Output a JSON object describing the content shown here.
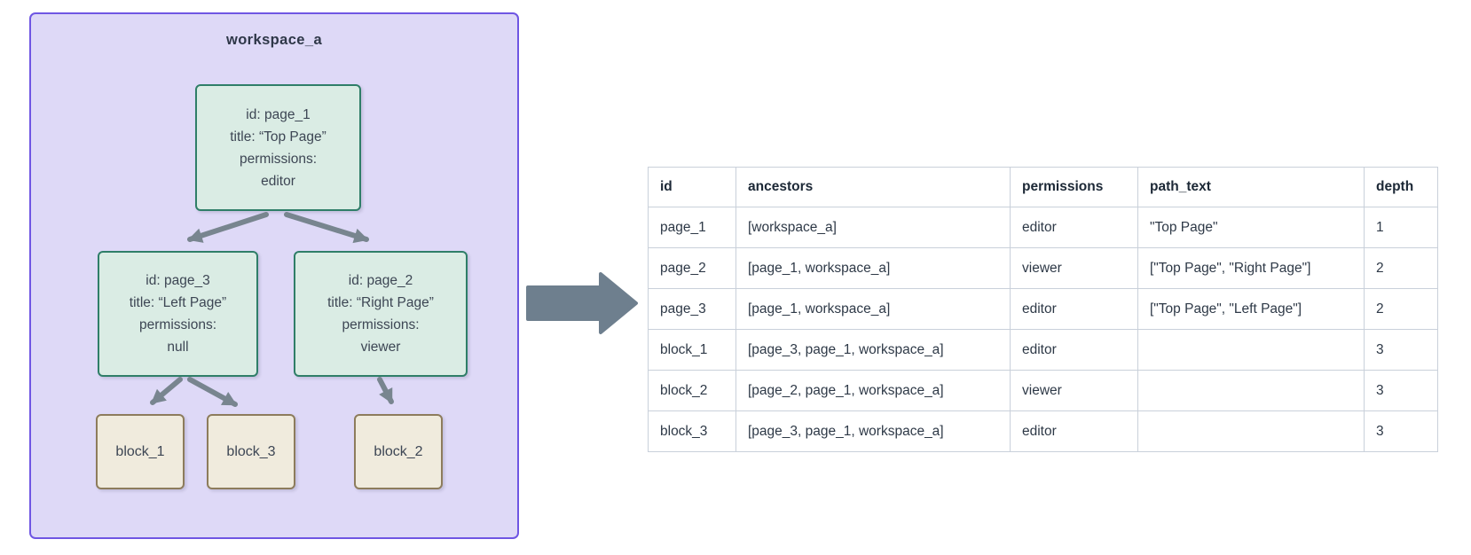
{
  "diagram": {
    "workspace_label": "workspace_a",
    "nodes": {
      "page_1": {
        "lines": [
          "id: page_1",
          "title: “Top Page”",
          "permissions:",
          "editor"
        ]
      },
      "page_3": {
        "lines": [
          "id: page_3",
          "title: “Left Page”",
          "permissions:",
          "null"
        ]
      },
      "page_2": {
        "lines": [
          "id: page_2",
          "title: “Right Page”",
          "permissions:",
          "viewer"
        ]
      },
      "block_1": {
        "label": "block_1"
      },
      "block_3": {
        "label": "block_3"
      },
      "block_2": {
        "label": "block_2"
      }
    },
    "edges": [
      {
        "from": "page_1",
        "to": "page_3"
      },
      {
        "from": "page_1",
        "to": "page_2"
      },
      {
        "from": "page_3",
        "to": "block_1"
      },
      {
        "from": "page_3",
        "to": "block_3"
      },
      {
        "from": "page_2",
        "to": "block_2"
      }
    ]
  },
  "flow_arrow": {
    "meaning": "diagram-transforms-to-table"
  },
  "table": {
    "headers": [
      "id",
      "ancestors",
      "permissions",
      "path_text",
      "depth"
    ],
    "rows": [
      {
        "id": "page_1",
        "ancestors": "[workspace_a]",
        "permissions": "editor",
        "path_text": "\"Top Page\"",
        "depth": "1"
      },
      {
        "id": "page_2",
        "ancestors": "[page_1, workspace_a]",
        "permissions": "viewer",
        "path_text": "[\"Top Page\", \"Right Page\"]",
        "depth": "2"
      },
      {
        "id": "page_3",
        "ancestors": "[page_1, workspace_a]",
        "permissions": "editor",
        "path_text": "[\"Top Page\", \"Left Page\"]",
        "depth": "2"
      },
      {
        "id": "block_1",
        "ancestors": "[page_3, page_1, workspace_a]",
        "permissions": "editor",
        "path_text": "",
        "depth": "3"
      },
      {
        "id": "block_2",
        "ancestors": "[page_2, page_1, workspace_a]",
        "permissions": "viewer",
        "path_text": "",
        "depth": "3"
      },
      {
        "id": "block_3",
        "ancestors": "[page_3, page_1, workspace_a]",
        "permissions": "editor",
        "path_text": "",
        "depth": "3"
      }
    ]
  },
  "colors": {
    "workspace_fill": "#ded9f7",
    "workspace_border": "#6f56e3",
    "page_fill": "#daece4",
    "page_border": "#2f7e68",
    "block_fill": "#f0ebdd",
    "block_border": "#8d7c5c",
    "arrow_gray": "#78858f",
    "flow_arrow": "#6e7f8e",
    "table_border": "#c9d0da",
    "text_dark": "#2e3947"
  }
}
